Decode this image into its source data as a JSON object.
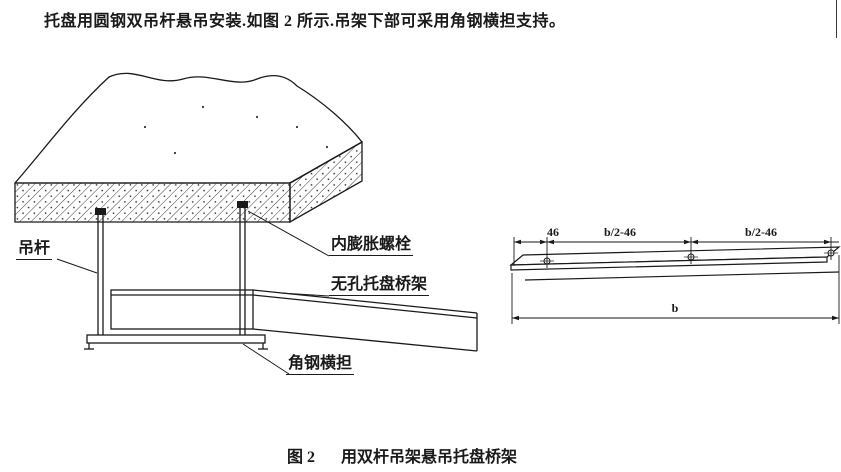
{
  "intro": "托盘用圆钢双吊杆悬吊安装.如图 2 所示.吊架下部可采用角钢横担支持。",
  "iso_labels": {
    "hanger_rod": "吊杆",
    "expansion_bolt": "内膨胀螺栓",
    "cable_tray": "无孔托盘桥架",
    "angle_brace": "角钢横担"
  },
  "plan_dims": {
    "left_offset": "46",
    "half_left": "b/2-46",
    "half_right": "b/2-46",
    "total": "b"
  },
  "figure": {
    "caption_prefix": "图 2",
    "caption_title": "用双杆吊架悬吊托盘桥架"
  },
  "colors": {
    "ink": "#1a1a1a",
    "paper": "#ffffff"
  }
}
